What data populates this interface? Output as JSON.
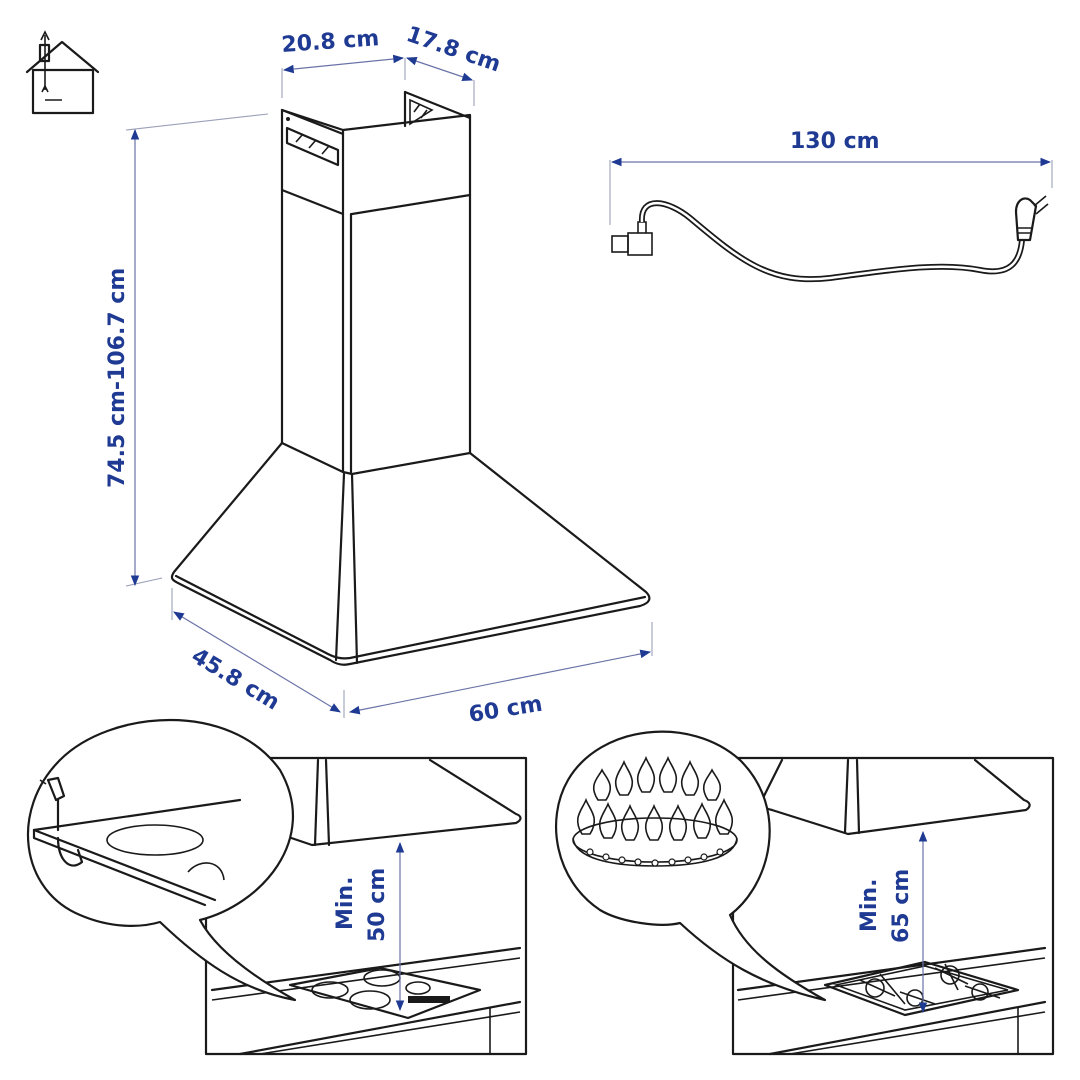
{
  "diagram": {
    "subject": "Wall-mounted chimney cooker hood with dimensions",
    "accent_color": "#1f3a93",
    "line_color": "#1a1a1a",
    "icons": {
      "house_icon": "house-vent-outside-icon"
    },
    "hood_dimensions": {
      "chimney_width": "20.8 cm",
      "chimney_depth": "17.8 cm",
      "total_height": "74.5 cm-106.7 cm",
      "hood_depth": "45.8 cm",
      "hood_width": "60 cm"
    },
    "power_cord": {
      "length": "130 cm"
    },
    "installation": [
      {
        "hob_type": "electric",
        "min_label": "Min.",
        "min_distance": "50 cm"
      },
      {
        "hob_type": "gas",
        "min_label": "Min.",
        "min_distance": "65 cm"
      }
    ]
  }
}
